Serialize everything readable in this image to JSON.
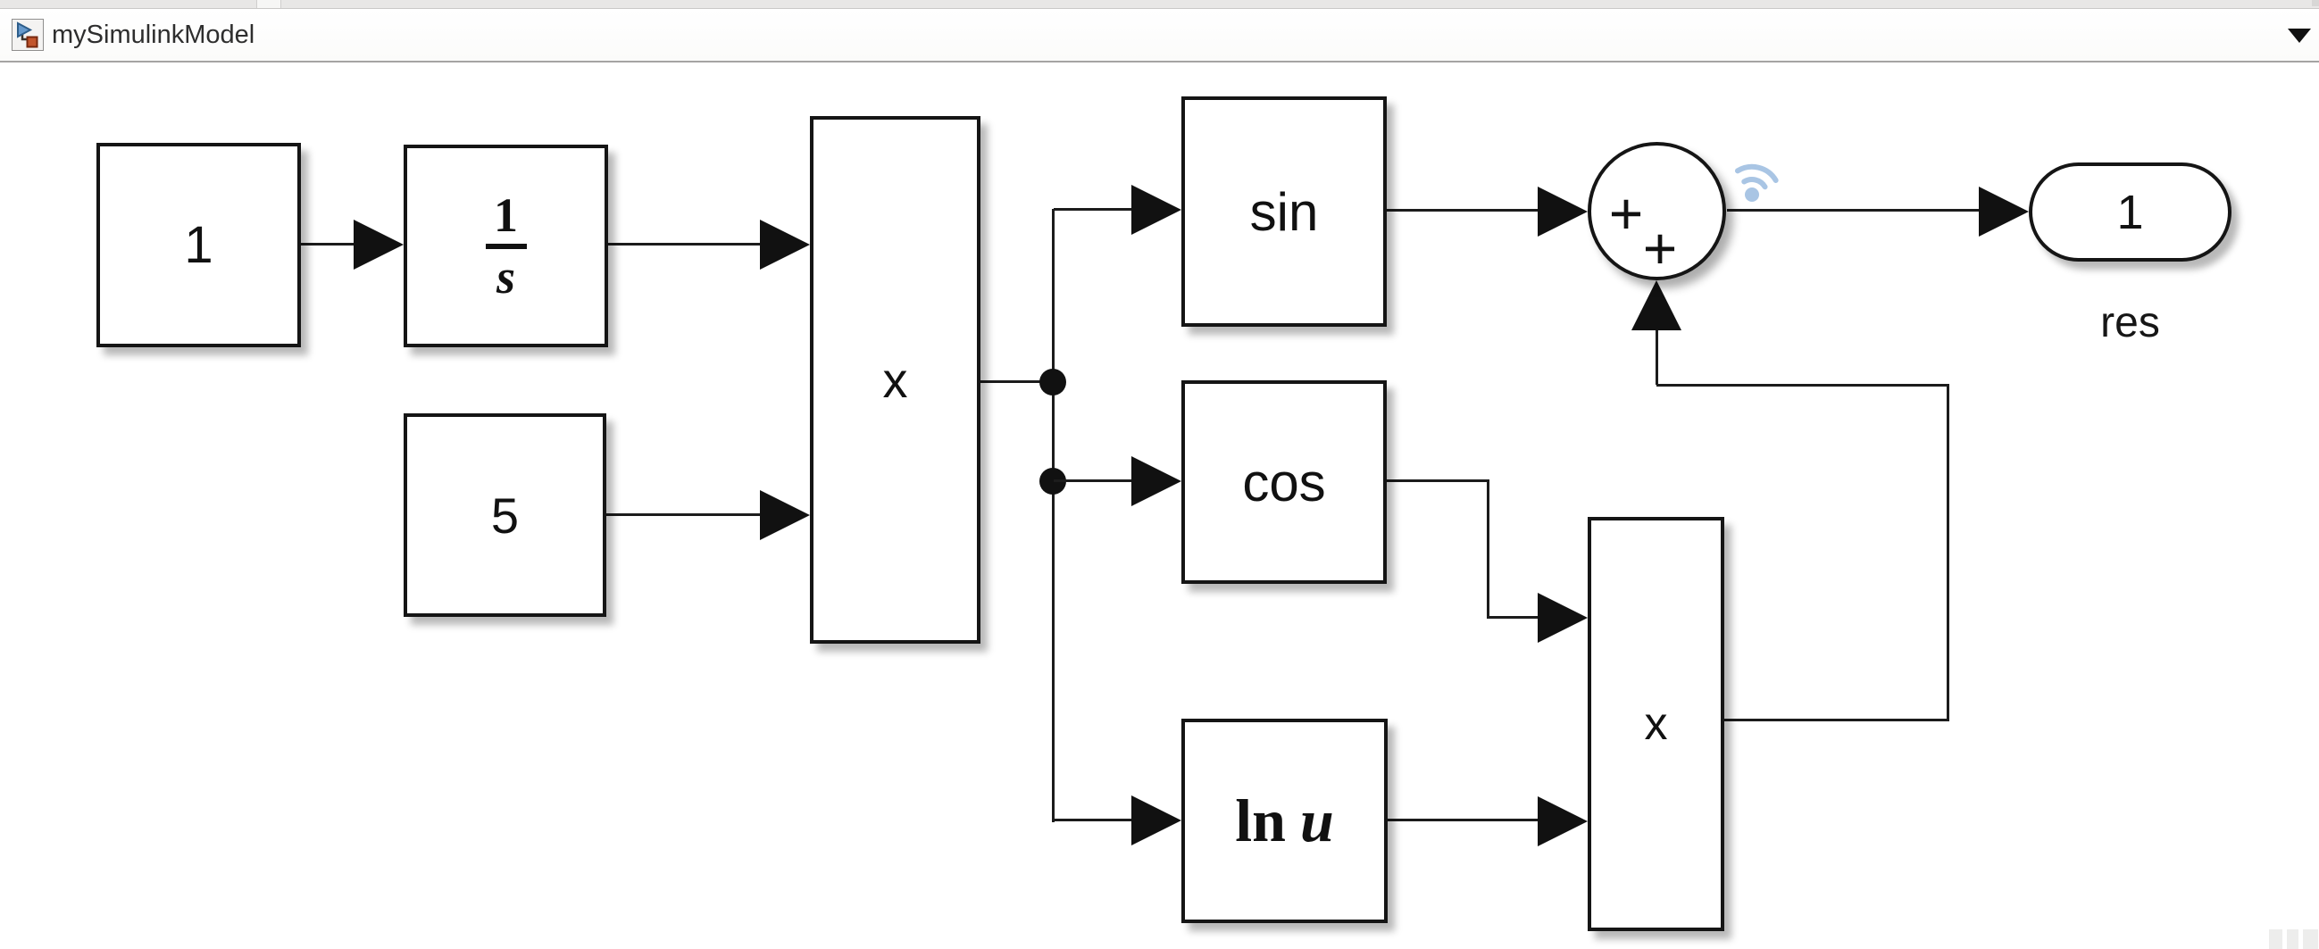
{
  "window": {
    "title": "mySimulinkModel"
  },
  "canvas": {
    "constant1": {
      "label": "1"
    },
    "integrator": {
      "numerator": "1",
      "denominator": "s"
    },
    "constant5": {
      "label": "5"
    },
    "product1": {
      "label": "x"
    },
    "sin_block": {
      "label": "sin"
    },
    "cos_block": {
      "label": "cos"
    },
    "ln_block": {
      "func": "ln",
      "arg": "u"
    },
    "product2": {
      "label": "x"
    },
    "sum_block": {
      "sign_input_left": "+",
      "sign_input_bottom": "+"
    },
    "outport": {
      "label": "1",
      "signal_name": "res"
    }
  },
  "colors": {
    "wire": "#1c1c1c",
    "block_border": "#151515",
    "logging_badge": "#a9c5e4",
    "icon_blue": "#6699cc",
    "icon_orange": "#c2552c",
    "chrome_border": "#a5a4a3"
  }
}
